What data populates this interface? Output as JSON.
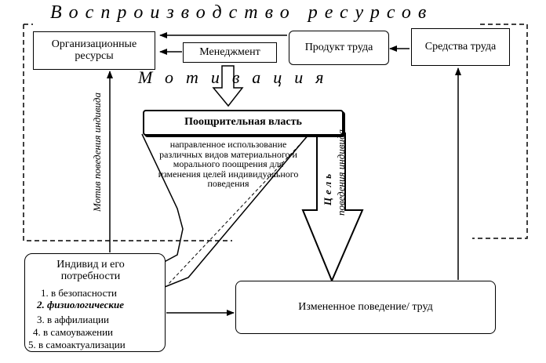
{
  "title": "Воспроизводство ресурсов",
  "motivation": "Мотивация",
  "boxes": {
    "org_resources": "Организационные ресурсы",
    "management": "Менеджмент",
    "labor_product": "Продукт труда",
    "labor_means": "Средства труда",
    "incentive_power": "Поощрительная власть",
    "individual": "Индивид и его потребности",
    "changed_behavior": "Измененное поведение/ труд"
  },
  "needs": [
    "1. в безопасности",
    "2. физиологические",
    "3. в аффилиации",
    "4. в самоуважении",
    "5. в самоактуализации"
  ],
  "description": "направленное использование различных видов материального и морального поощрения для изменения целей индивидуального поведения",
  "vertical_labels": {
    "motive": "Мотив поведения индивида",
    "goal_line1": "Цель",
    "goal_line2": "поведения индивида"
  }
}
